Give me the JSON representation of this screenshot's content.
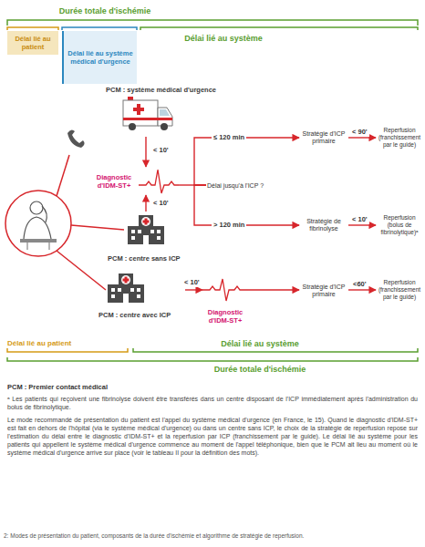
{
  "diagram": {
    "caption": "2: Modes de présentation du patient, composants de la durée d'ischémie et algorithme de stratégie de reperfusion.",
    "nodes": [
      {
        "text": [
          "Délai lié au patient"
        ]
      },
      {
        "text": [
          "Délai lié au système médical d'urgence"
        ]
      },
      {
        "text": [
          "PCM : système médical d'urgence"
        ]
      },
      {
        "text": [
          "Diagnostic d'IDM-ST+"
        ]
      },
      {
        "text": [
          "PCM : centre sans ICP"
        ]
      },
      {
        "text": [
          "Délai jusqu'à l'ICP ?"
        ]
      },
      {
        "text": [
          "Stratégie d'ICP primaire"
        ]
      },
      {
        "text": [
          "Reperfusion (franchissement par le guide)"
        ]
      },
      {
        "text": [
          "Stratégie de fibrinolyse"
        ]
      },
      {
        "text": [
          "Reperfusion (bolus de fibrinolytique)ᵃ"
        ]
      },
      {
        "text": [
          "PCM : centre avec ICP"
        ]
      },
      {
        "text": [
          "Diagnostic d'IDM-ST+"
        ]
      },
      {
        "text": [
          "Stratégie d'ICP primaire"
        ]
      },
      {
        "text": [
          "Reperfusion (franchissement par le guide)"
        ]
      }
    ],
    "edges": [
      {
        "from": 2,
        "to": 3,
        "arrow": "to",
        "label": "< 10'"
      },
      {
        "from": 4,
        "to": 3,
        "arrow": "to",
        "label": "< 10'"
      },
      {
        "from": 3,
        "to": 5,
        "arrow": "none"
      },
      {
        "from": 5,
        "to": 6,
        "arrow": "to",
        "label": "≤ 120 min"
      },
      {
        "from": 5,
        "to": 8,
        "arrow": "to",
        "label": "> 120 min"
      },
      {
        "from": 6,
        "to": 7,
        "arrow": "to",
        "label": "< 90'"
      },
      {
        "from": 8,
        "to": 9,
        "arrow": "to",
        "label": "< 10'"
      },
      {
        "from": 10,
        "to": 11,
        "arrow": "to",
        "label": "< 10'"
      },
      {
        "from": 11,
        "to": 12,
        "arrow": "to"
      },
      {
        "from": 12,
        "to": 13,
        "arrow": "to",
        "label": "<60'"
      }
    ],
    "labels": [
      "Durée totale d'ischémie",
      "Délai lié au système",
      "Délai lié au patient",
      "Délai lié au système",
      "Durée totale d'ischémie",
      "PCM : Premier contact médical",
      "ᵃ Les patients qui reçoivent une fibrinolyse doivent être transférés dans un centre disposant de l'ICP immédiatement après l'administration du bolus de fibrinolytique.",
      "Le mode recommandé de présentation du patient est l'appel du système médical d'urgence (en France, le 15). Quand le diagnostic d'IDM-ST+ est fait en dehors de l'hôpital (via le système médical d'urgence) ou dans un centre sans ICP, le choix de la stratégie de reperfusion repose sur l'estimation du délai entre le diagnostic d'IDM-ST+ et la reperfusion par ICP (franchissement par le guide). Le délai lié au système pour les patients qui appellent le système médical d'urgence commence au moment de l'appel téléphonique, bien que le PCM ait lieu au moment où le système médical d'urgence arrive sur place (voir le tableau II pour la définition des mots)."
    ]
  }
}
